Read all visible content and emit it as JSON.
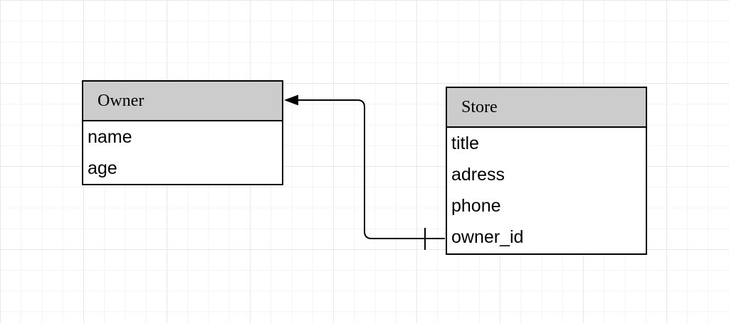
{
  "canvas": {
    "background": "#ffffff",
    "grid_minor_color": "#f4f4f4",
    "grid_major_color": "#e7e7e7"
  },
  "style": {
    "header_fill": "#cccccc",
    "border_color": "#000000",
    "text_color": "#000000"
  },
  "entities": [
    {
      "name": "Owner",
      "fields": [
        "name",
        "age"
      ]
    },
    {
      "name": "Store",
      "fields": [
        "title",
        "adress",
        "phone",
        "owner_id"
      ]
    }
  ],
  "connector": {
    "from_entity": "Store",
    "from_field": "owner_id",
    "to_entity": "Owner",
    "source_marker": "one-tick",
    "target_marker": "solid-arrow"
  }
}
